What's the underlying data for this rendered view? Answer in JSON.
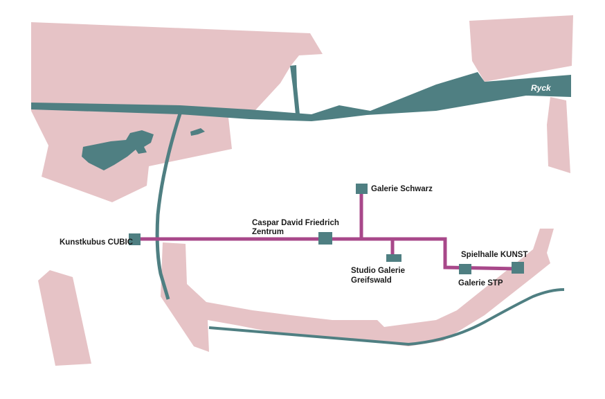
{
  "colors": {
    "land": "#e6c3c6",
    "water": "#4f7f82",
    "route": "#a8488a",
    "station": "#4f7f82",
    "text": "#1a1a1a",
    "river_label": "#ffffff"
  },
  "river": {
    "name": "Ryck"
  },
  "stations": [
    {
      "id": "kunstkubus-cubic",
      "label": "Kunstkubus CUBIC"
    },
    {
      "id": "caspar-david-friedrich-zentrum",
      "label_line1": "Caspar David Friedrich",
      "label_line2": "Zentrum"
    },
    {
      "id": "galerie-schwarz",
      "label": "Galerie Schwarz"
    },
    {
      "id": "studio-galerie-greifswald",
      "label_line1": "Studio Galerie",
      "label_line2": "Greifswald"
    },
    {
      "id": "galerie-stp",
      "label": "Galerie STP"
    },
    {
      "id": "spielhalle-kunst",
      "label": "Spielhalle KUNST"
    }
  ]
}
